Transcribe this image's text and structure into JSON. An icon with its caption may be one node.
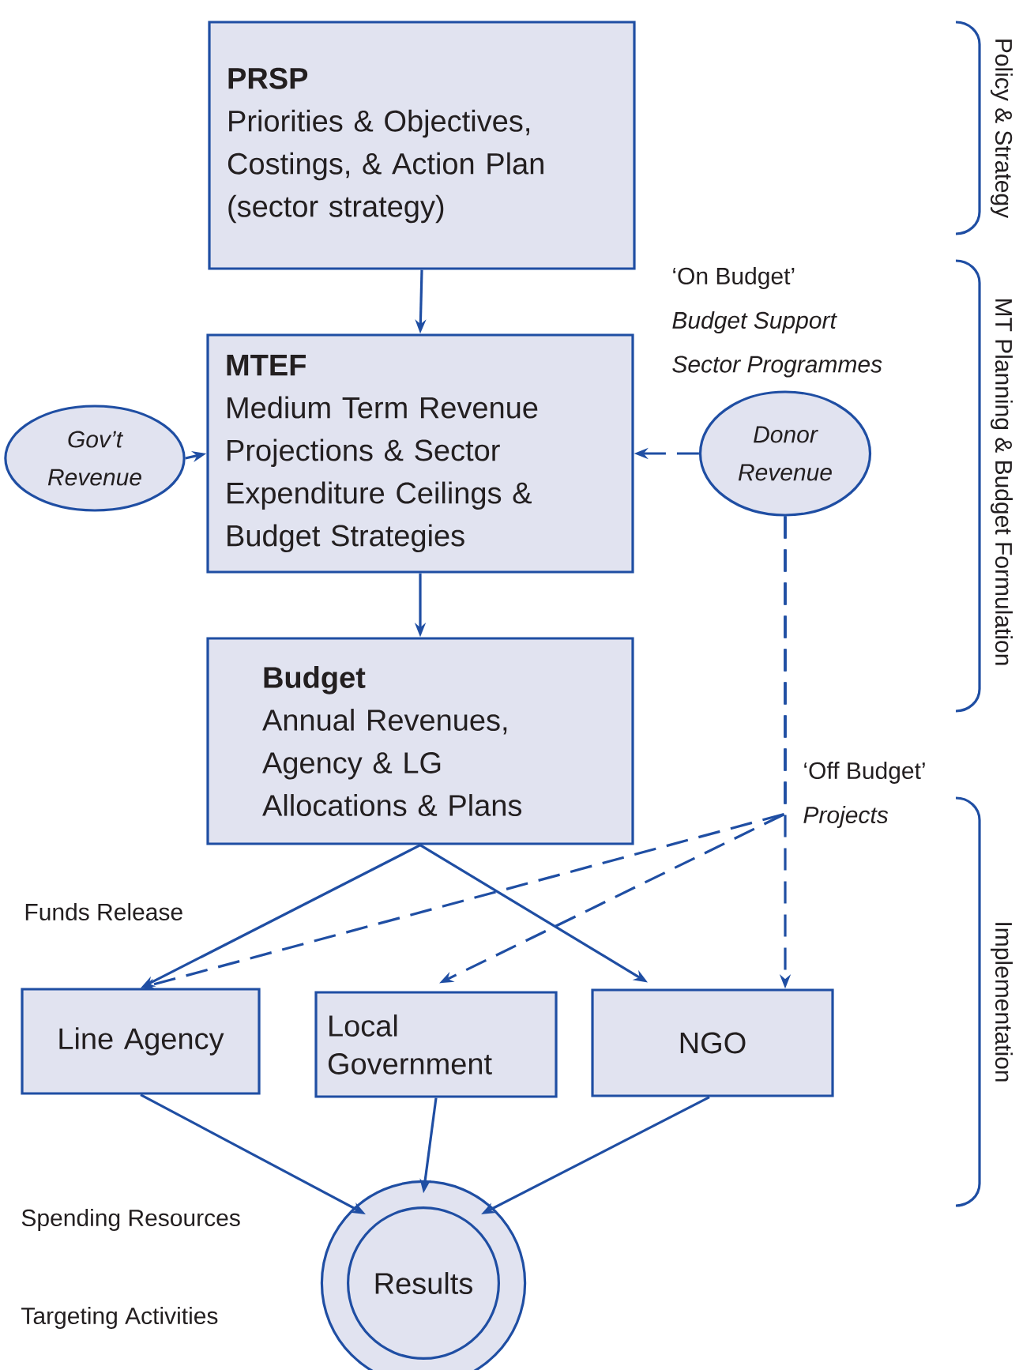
{
  "diagram": {
    "nodes": [
      {
        "text": [
          "PRSP",
          "Priorities & Objectives, Costings, & Action Plan (sector strategy)"
        ]
      },
      {
        "text": [
          "MTEF",
          "Medium Term Revenue Projections & Sector Expenditure Ceilings & Budget Strategies"
        ]
      },
      {
        "text": [
          "Gov’t Revenue"
        ]
      },
      {
        "text": [
          "Donor Revenue"
        ]
      },
      {
        "text": [
          "Budget",
          "Annual Revenues, Agency & LG Allocations & Plans"
        ]
      },
      {
        "text": [
          "Line Agency"
        ]
      },
      {
        "text": [
          "Local Government"
        ]
      },
      {
        "text": [
          "NGO"
        ]
      },
      {
        "text": [
          "Results"
        ]
      }
    ],
    "edges": [
      {
        "from": 0,
        "to": 1,
        "arrow": "to"
      },
      {
        "from": 2,
        "to": 1,
        "arrow": "to"
      },
      {
        "from": 3,
        "to": 1,
        "arrow": "to",
        "style": "dashed"
      },
      {
        "from": 1,
        "to": 4,
        "arrow": "to"
      },
      {
        "from": 4,
        "to": 5,
        "arrow": "to"
      },
      {
        "from": 4,
        "to": 7,
        "arrow": "to"
      },
      {
        "from": 3,
        "to": 5,
        "arrow": "to",
        "style": "dashed"
      },
      {
        "from": 3,
        "to": 6,
        "arrow": "to",
        "style": "dashed"
      },
      {
        "from": 3,
        "to": 7,
        "arrow": "to",
        "style": "dashed"
      },
      {
        "from": 5,
        "to": 8,
        "arrow": "to"
      },
      {
        "from": 6,
        "to": 8,
        "arrow": "to"
      },
      {
        "from": 7,
        "to": 8,
        "arrow": "to"
      }
    ],
    "labels": [
      "Policy & Strategy",
      "‘On Budget’",
      "Budget Support",
      "Sector Programmes",
      "MT Planning & Budget Formulation",
      "‘Off Budget’",
      "Projects",
      "Implementation",
      "Funds Release",
      "Spending Resources",
      "Targeting Activities"
    ]
  }
}
